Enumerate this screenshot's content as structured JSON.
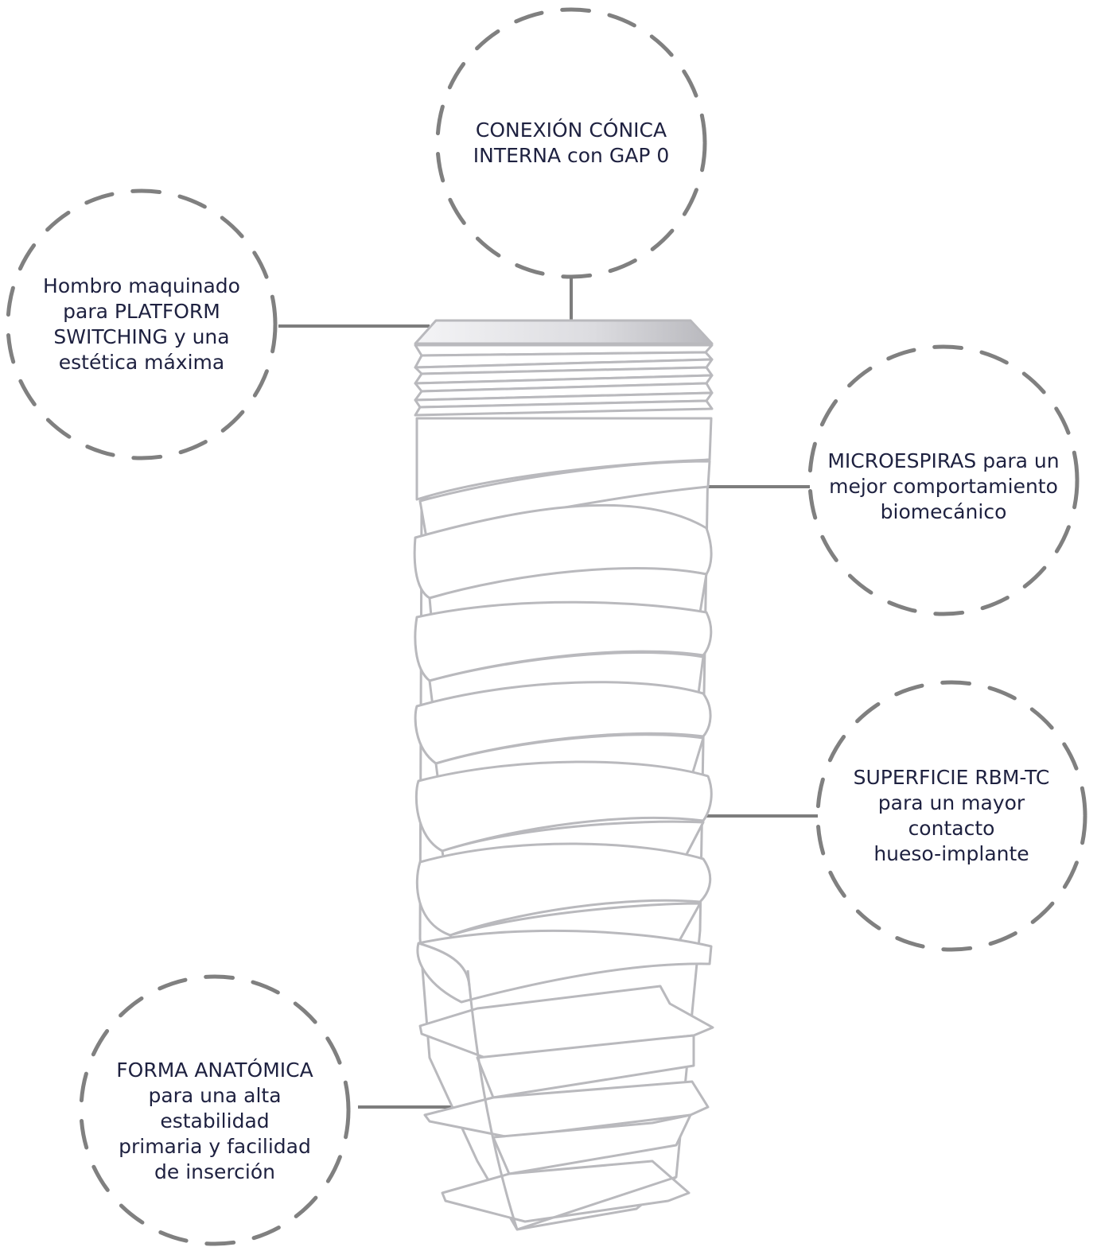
{
  "callouts": {
    "conexion": {
      "lines": [
        "CONEXIÓN CÓNICA",
        "INTERNA con GAP 0"
      ]
    },
    "hombro": {
      "lines": [
        "Hombro maquinado",
        "para PLATFORM",
        "SWITCHING y una",
        "estética máxima"
      ]
    },
    "microespiras": {
      "lines": [
        "MICROESPIRAS para un",
        "mejor comportamiento",
        "biomecánico"
      ]
    },
    "superficie": {
      "lines": [
        "SUPERFICIE RBM-TC",
        "para un mayor",
        "contacto",
        "hueso-implante"
      ]
    },
    "forma": {
      "lines": [
        "FORMA ANATÓMICA",
        "para una alta",
        "estabilidad",
        "primaria y facilidad",
        "de inserción"
      ]
    }
  },
  "colors": {
    "text": "#1e2140",
    "dashed_circle": "#808080",
    "leader_line": "#7d7d7d",
    "implant_outline": "#b9b9bd"
  }
}
